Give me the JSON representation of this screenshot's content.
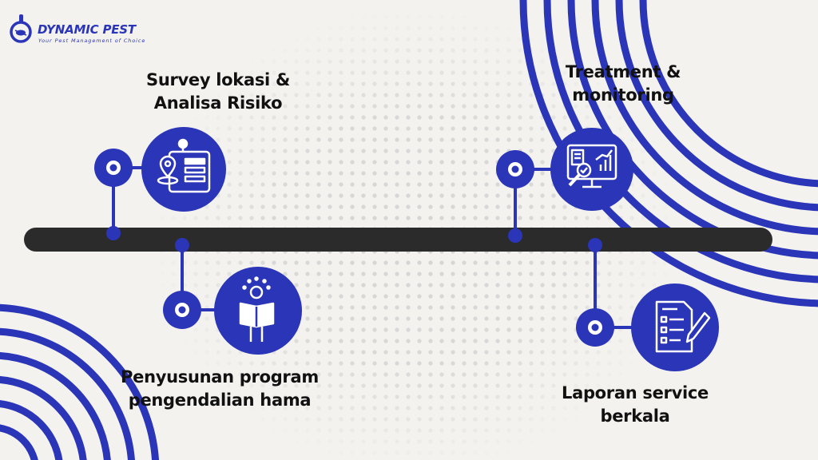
{
  "logo": {
    "brand": "DYNAMIC PEST",
    "tagline": "Your Pest Management of Choice"
  },
  "colors": {
    "accent": "#2b35b8",
    "timeline": "#2b2b2b",
    "text": "#111111",
    "background": "#f3f2ef"
  },
  "steps": [
    {
      "line1": "Survey lokasi &",
      "line2": "Analisa Risiko",
      "icon": "location-clipboard-icon"
    },
    {
      "line1": "Penyusunan program",
      "line2": "pengendalian hama",
      "icon": "person-planning-icon"
    },
    {
      "line1": "Treatment &",
      "line2": "monitoring",
      "icon": "monitor-analysis-icon"
    },
    {
      "line1": "Laporan service",
      "line2": "berkala",
      "icon": "report-checklist-icon"
    }
  ]
}
